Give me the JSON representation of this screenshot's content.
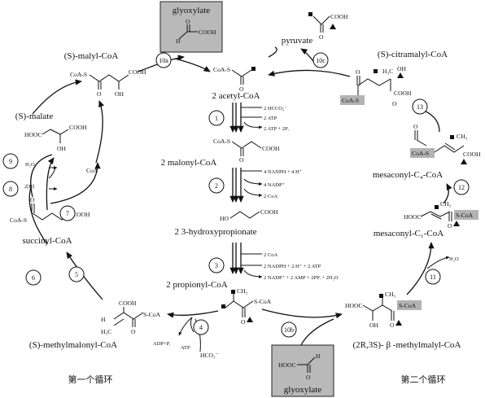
{
  "top_box": {
    "name": "glyoxylate",
    "carboxyl": "COOH",
    "oxygen": "O"
  },
  "bottom_box": {
    "name": "glyoxylate",
    "carboxyl": "HOOC",
    "oxygen": "O"
  },
  "compounds": {
    "malyl_coa": {
      "label": "(S)-malyl-CoA",
      "coa": "CoA-S",
      "cooh": "COOH",
      "oh": "OH",
      "o": "O"
    },
    "acetyl_coa": {
      "label": "2  acetyl-CoA",
      "coa": "CoA-S"
    },
    "pyruvate": {
      "label": "pyruvate",
      "cooh": "COOH",
      "o": "O"
    },
    "citramalyl_coa": {
      "label": "(S)-citramalyl-CoA",
      "coa": "CoA-S",
      "ch3": "H₃C",
      "oh": "OH",
      "cooh": "COOH",
      "o": "O"
    },
    "malate": {
      "label": "(S)-malate",
      "hooc": "HOOC",
      "cooh": "COOH",
      "oh": "OH"
    },
    "malonyl_coa": {
      "label": "2  malonyl-CoA",
      "coa": "CoA-S",
      "cooh": "COOH",
      "o": "O"
    },
    "mesaconyl_c4": {
      "label": "mesaconyl-C₄-CoA",
      "coa": "CoA-S",
      "ch3": "CH₃",
      "cooh": "COOH",
      "o": "O"
    },
    "hydroxypropionate": {
      "label": "2  3-hydroxypropionate",
      "ho": "HO",
      "cooh": "COOH"
    },
    "mesaconyl_c1": {
      "label": "mesaconyl-C₁-CoA",
      "hooc": "HOOC",
      "ch3": "CH₃",
      "coa": "S-CoA",
      "o": "O"
    },
    "succinyl_coa": {
      "label": "succinyl-CoA",
      "coa": "CoA-S",
      "cooh": "COOH",
      "o": "O"
    },
    "propionyl_coa": {
      "label": "2  propionyl-CoA",
      "ch3": "CH₃",
      "coa": "S-CoA",
      "o": "O"
    },
    "methylmalonyl_coa": {
      "label": "(S)-methylmalonyl-CoA",
      "cooh": "COOH",
      "coa": "S-CoA",
      "h3c": "H₃C",
      "h": "H",
      "o": "O"
    },
    "methylmalyl_coa": {
      "label": "(2R,3S)- β -methylmalyl-CoA",
      "hooc": "HOOC",
      "ch3": "CH₃",
      "coa": "S-CoA",
      "oh": "OH",
      "o": "O"
    }
  },
  "coa_free": "CoA",
  "steps": [
    "1",
    "2",
    "3",
    "4",
    "5",
    "6",
    "7",
    "8",
    "9",
    "10a",
    "10b",
    "10c",
    "11",
    "12",
    "13"
  ],
  "cofactors": {
    "step1": [
      "2 HCCO₃⁻",
      "2 ATP",
      "2 ATP + 2Pᵢ"
    ],
    "step2": [
      "4 NANPH + 4 H⁺",
      "4 NADP⁺",
      "2 CoA"
    ],
    "step3": [
      "2 CoA",
      "2 NADPH + 2 H⁺ + 2 ATP",
      "2 NADP⁺ + 2 AMP + 2PPᵢ + 2H₂O"
    ],
    "step4": [
      "ADP+Pᵢ",
      "ATP",
      "HCO₃⁻"
    ],
    "step8": "2[H]",
    "step9": "H₂O",
    "step11": "H₂O"
  },
  "cycles": {
    "first": "第一个循环",
    "second": "第二个循环"
  }
}
